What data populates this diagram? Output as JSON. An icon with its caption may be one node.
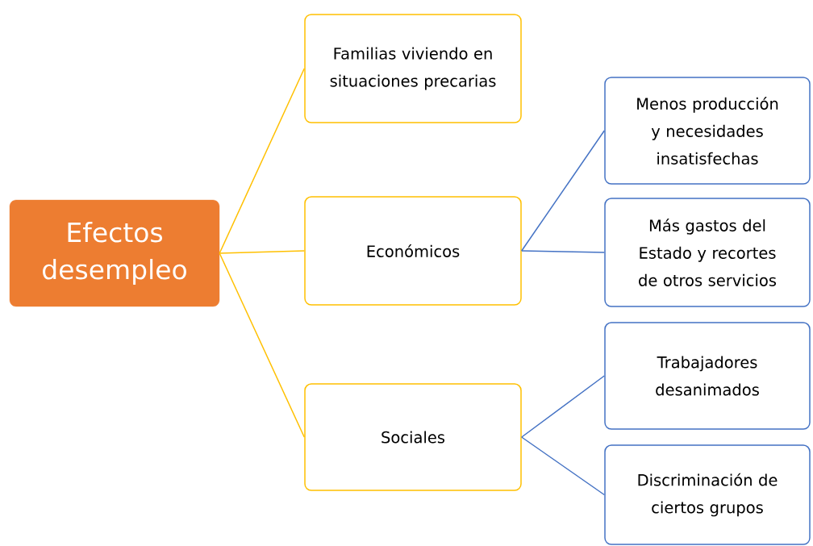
{
  "diagram": {
    "nodes": [
      {
        "text": [
          "Efectos desempleo"
        ]
      },
      {
        "text": [
          "Familias viviendo en situaciones precarias"
        ]
      },
      {
        "text": [
          "Económicos"
        ]
      },
      {
        "text": [
          "Sociales"
        ]
      },
      {
        "text": [
          "Menos producción y necesidades insatisfechas"
        ]
      },
      {
        "text": [
          "Más gastos del Estado y recortes de otros servicios"
        ]
      },
      {
        "text": [
          "Trabajadores desanimados"
        ]
      },
      {
        "text": [
          "Discriminación de ciertos grupos"
        ]
      }
    ],
    "edges": [
      {
        "from": 0,
        "to": 1,
        "arrow": "none",
        "color": "#ffc000"
      },
      {
        "from": 0,
        "to": 2,
        "arrow": "none",
        "color": "#ffc000"
      },
      {
        "from": 0,
        "to": 3,
        "arrow": "none",
        "color": "#ffc000"
      },
      {
        "from": 2,
        "to": 4,
        "arrow": "none"
      },
      {
        "from": 2,
        "to": 5,
        "arrow": "none"
      },
      {
        "from": 3,
        "to": 6,
        "arrow": "none"
      },
      {
        "from": 3,
        "to": 7,
        "arrow": "none"
      }
    ]
  }
}
